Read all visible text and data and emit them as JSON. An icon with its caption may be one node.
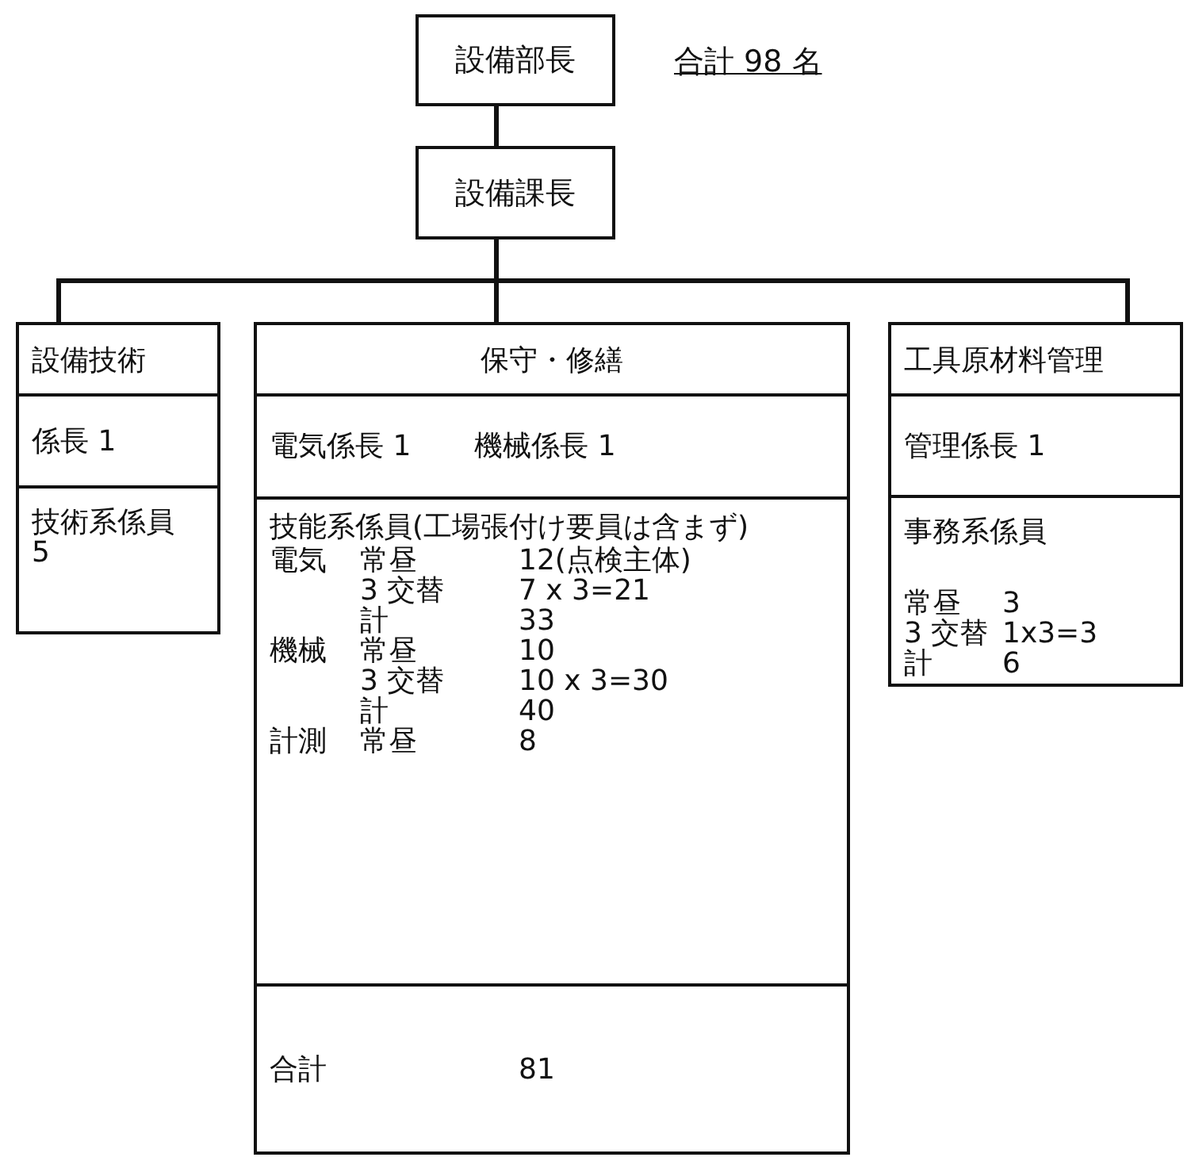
{
  "diagram": {
    "nodes": [
      {
        "text": [
          "設備部長"
        ]
      },
      {
        "text": [
          "設備課長"
        ]
      },
      {
        "text": [
          "設備技術"
        ]
      },
      {
        "text": [
          "係長 1"
        ],
        "in": 2
      },
      {
        "text": [
          "技術系係員 5"
        ],
        "in": 2
      },
      {
        "text": [
          "保守・修繕"
        ]
      },
      {
        "text": [
          "電気係長 1",
          "機械係長 1"
        ],
        "in": 5
      },
      {
        "text": [
          "技能系係員(工場張付け要員は含まず)",
          "電気",
          "常昼",
          "12(点検主体)",
          "3 交替",
          "7 x 3=21",
          "計",
          "33",
          "機械",
          "常昼",
          "10",
          "3 交替",
          "10 x 3=30",
          "計",
          "40",
          "計測",
          "常昼",
          "8"
        ],
        "in": 5
      },
      {
        "text": [
          "合計",
          "81"
        ],
        "in": 5
      },
      {
        "text": [
          "工具原材料管理"
        ]
      },
      {
        "text": [
          "管理係長 1"
        ],
        "in": 9
      },
      {
        "text": [
          "事務系係員",
          "常昼",
          "3",
          "3 交替",
          "1x3=3",
          "計",
          "6"
        ],
        "in": 9
      }
    ],
    "edges": [
      {
        "from": 0,
        "to": 1,
        "arrow": "none"
      },
      {
        "from": 1,
        "to": 2,
        "arrow": "none"
      },
      {
        "from": 1,
        "to": 5,
        "arrow": "none"
      },
      {
        "from": 1,
        "to": 9,
        "arrow": "none"
      }
    ],
    "labels": [
      "合計 98 名"
    ]
  }
}
